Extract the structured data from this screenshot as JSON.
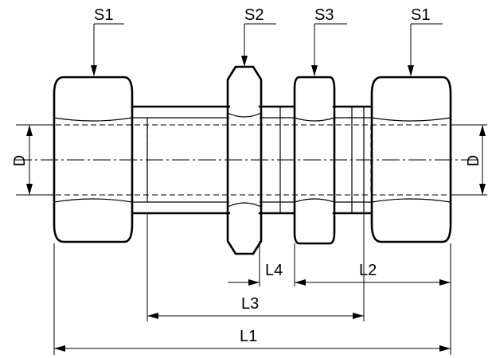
{
  "labels": {
    "s1_left": "S1",
    "s2": "S2",
    "s3": "S3",
    "s1_right": "S1",
    "d_left": "D",
    "d_right": "D",
    "l1": "L1",
    "l2": "L2",
    "l3": "L3",
    "l4": "L4"
  },
  "colors": {
    "line": "#000000",
    "background": "#ffffff"
  }
}
